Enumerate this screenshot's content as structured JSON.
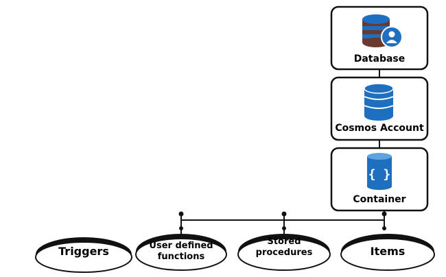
{
  "boxes": [
    {
      "id": "database",
      "label": "Database",
      "icon": "database-user-icon"
    },
    {
      "id": "cosmos_account",
      "label": "Cosmos Account",
      "icon": "database-icon"
    },
    {
      "id": "container",
      "label": "Container",
      "icon": "container-braces-icon"
    }
  ],
  "ellipses": [
    {
      "id": "triggers",
      "label": "Triggers"
    },
    {
      "id": "udf",
      "label": "User defined functions"
    },
    {
      "id": "stored_procedures",
      "label": "Stored procedures"
    },
    {
      "id": "items",
      "label": "Items"
    }
  ],
  "colors": {
    "icon_blue": "#1f6fc0",
    "icon_dark": "#6b3a2e",
    "stroke": "#111111"
  }
}
